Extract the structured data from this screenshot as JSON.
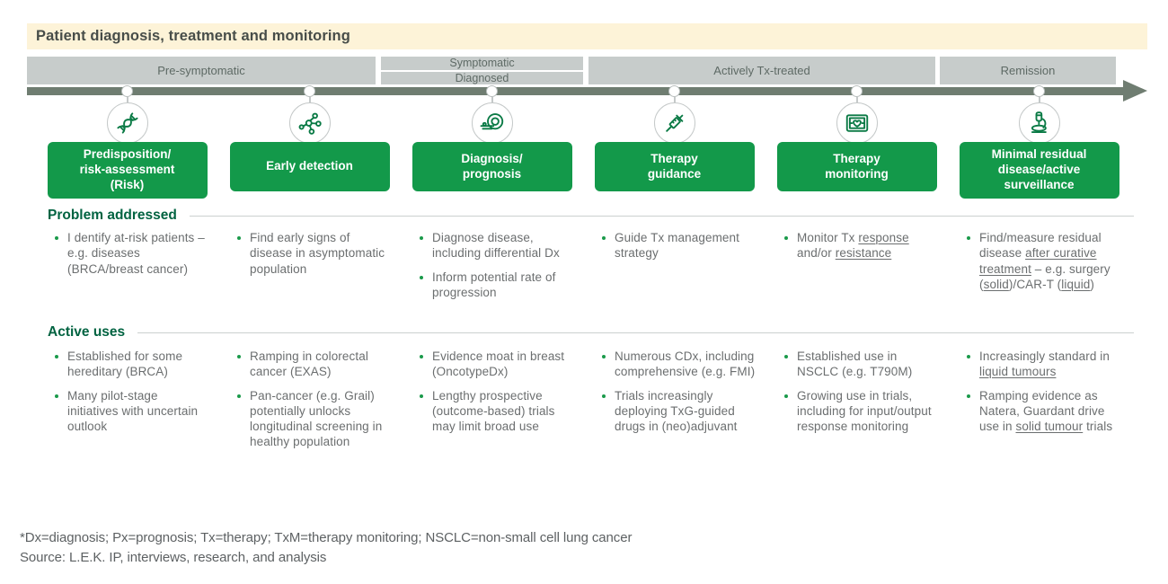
{
  "title": "Patient diagnosis, treatment and monitoring",
  "phases": {
    "p1": "Pre-symptomatic",
    "p2_top": "Symptomatic",
    "p2_bottom": "Diagnosed",
    "p3": "Actively Tx-treated",
    "p4": "Remission"
  },
  "section_headers": {
    "problem": "Problem addressed",
    "active": "Active uses"
  },
  "columns": [
    {
      "icon": "dna-icon",
      "box": "Predisposition/\nrisk-assessment\n(Risk)",
      "problem": [
        [
          {
            "t": "I dentify at-risk patients – e.g. diseases (BRCA/breast cancer)"
          }
        ]
      ],
      "active": [
        [
          {
            "t": "Established for some hereditary (BRCA)"
          }
        ],
        [
          {
            "t": "Many pilot-stage initiatives with uncertain outlook"
          }
        ]
      ]
    },
    {
      "icon": "molecule-icon",
      "box": "Early detection",
      "problem": [
        [
          {
            "t": "Find early signs of disease in asymptomatic population"
          }
        ]
      ],
      "active": [
        [
          {
            "t": "Ramping in colorectal cancer (EXAS)"
          }
        ],
        [
          {
            "t": "Pan-cancer (e.g. Grail) potentially unlocks longitudinal screening in healthy population"
          }
        ]
      ]
    },
    {
      "icon": "scanner-icon",
      "box": "Diagnosis/\nprognosis",
      "problem": [
        [
          {
            "t": "Diagnose disease, including differential Dx"
          }
        ],
        [
          {
            "t": "Inform potential rate of progression"
          }
        ]
      ],
      "active": [
        [
          {
            "t": "Evidence moat in breast (OncotypeDx)"
          }
        ],
        [
          {
            "t": "Lengthy prospective (outcome-based) trials may limit broad use"
          }
        ]
      ]
    },
    {
      "icon": "syringe-icon",
      "box": "Therapy\nguidance",
      "problem": [
        [
          {
            "t": "Guide Tx management strategy"
          }
        ]
      ],
      "active": [
        [
          {
            "t": "Numerous CDx, including comprehensive (e.g. FMI)"
          }
        ],
        [
          {
            "t": "Trials increasingly deploying TxG-guided drugs in (neo)adjuvant"
          }
        ]
      ]
    },
    {
      "icon": "monitor-icon",
      "box": "Therapy\nmonitoring",
      "problem": [
        [
          {
            "t": "Monitor Tx "
          },
          {
            "t": "response",
            "u": true
          },
          {
            "t": " and/or "
          },
          {
            "t": "resistance",
            "u": true
          }
        ]
      ],
      "active": [
        [
          {
            "t": "Established use in NSCLC (e.g. T790M)"
          }
        ],
        [
          {
            "t": "Growing use in trials, including for input/output response monitoring"
          }
        ]
      ]
    },
    {
      "icon": "microscope-icon",
      "box": "Minimal residual\ndisease/active\nsurveillance",
      "problem": [
        [
          {
            "t": "Find/measure residual disease "
          },
          {
            "t": "after curative treatment",
            "u": true
          },
          {
            "t": " – e.g. surgery ("
          },
          {
            "t": "solid",
            "u": true
          },
          {
            "t": ")/CAR-T ("
          },
          {
            "t": "liquid",
            "u": true
          },
          {
            "t": ")"
          }
        ]
      ],
      "active": [
        [
          {
            "t": "Increasingly standard in "
          },
          {
            "t": "liquid tumours",
            "u": true
          }
        ],
        [
          {
            "t": "Ramping evidence as Natera, Guardant drive use in "
          },
          {
            "t": "solid tumour",
            "u": true
          },
          {
            "t": " trials"
          }
        ]
      ]
    }
  ],
  "footnote": "*Dx=diagnosis; Px=prognosis; Tx=therapy; TxM=therapy monitoring; NSCLC=non-small cell lung cancer",
  "source": "Source: L.E.K. IP, interviews, research, and analysis",
  "colors": {
    "accent_green": "#13994a",
    "dark_green": "#016341",
    "timeline": "#6f7d71",
    "phase_bar": "#c7cccb",
    "header_cream": "#fdf3d8",
    "body_text": "#6b6e6f"
  }
}
